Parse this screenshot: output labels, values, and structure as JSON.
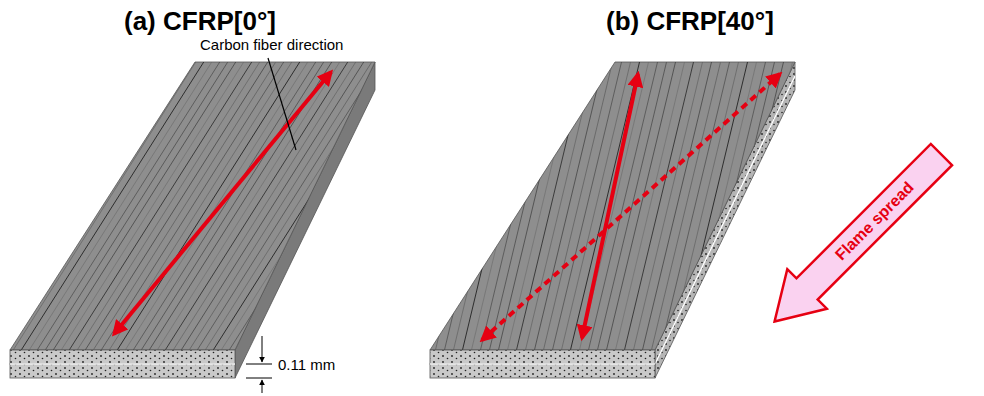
{
  "diagram": {
    "nodes": [
      {
        "text": [
          "Flame spread"
        ]
      }
    ],
    "labels": [
      "(a) CFRP[0°]",
      "(b) CFRP[40°]",
      "Carbon fiber direction",
      "0.11 mm"
    ]
  }
}
